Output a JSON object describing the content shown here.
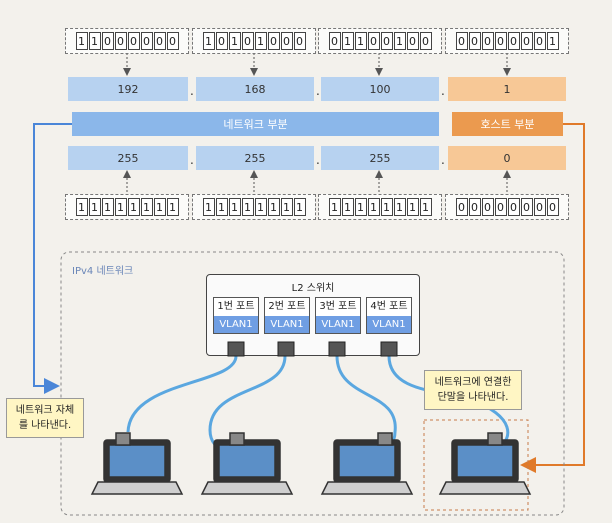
{
  "address_bits": [
    [
      "1",
      "1",
      "0",
      "0",
      "0",
      "0",
      "0",
      "0"
    ],
    [
      "1",
      "0",
      "1",
      "0",
      "1",
      "0",
      "0",
      "0"
    ],
    [
      "0",
      "1",
      "1",
      "0",
      "0",
      "1",
      "0",
      "0"
    ],
    [
      "0",
      "0",
      "0",
      "0",
      "0",
      "0",
      "0",
      "1"
    ]
  ],
  "address_octets": [
    "192",
    "168",
    "100",
    "1"
  ],
  "network_label": "네트워크 부분",
  "host_label": "호스트 부분",
  "mask_octets": [
    "255",
    "255",
    "255",
    "0"
  ],
  "mask_bits": [
    [
      "1",
      "1",
      "1",
      "1",
      "1",
      "1",
      "1",
      "1"
    ],
    [
      "1",
      "1",
      "1",
      "1",
      "1",
      "1",
      "1",
      "1"
    ],
    [
      "1",
      "1",
      "1",
      "1",
      "1",
      "1",
      "1",
      "1"
    ],
    [
      "0",
      "0",
      "0",
      "0",
      "0",
      "0",
      "0",
      "0"
    ]
  ],
  "separator": ".",
  "network_area_label": "IPv4 네트워크",
  "switch": {
    "title": "L2 스위치",
    "ports": [
      {
        "label": "1번 포트",
        "vlan": "VLAN1"
      },
      {
        "label": "2번 포트",
        "vlan": "VLAN1"
      },
      {
        "label": "3번 포트",
        "vlan": "VLAN1"
      },
      {
        "label": "4번 포트",
        "vlan": "VLAN1"
      }
    ]
  },
  "note_network": "네트워크 자체를 나타낸다.",
  "note_host": "네트워크에 연결한 단말을 나타낸다.",
  "colors": {
    "network": "#b7d2f0",
    "host": "#f7c896",
    "network_bar": "#8bb7ea",
    "host_bar": "#eb9a4f",
    "arrow_blue": "#4a86d8",
    "arrow_orange": "#e07a2a",
    "cable": "#5aa7e0"
  }
}
